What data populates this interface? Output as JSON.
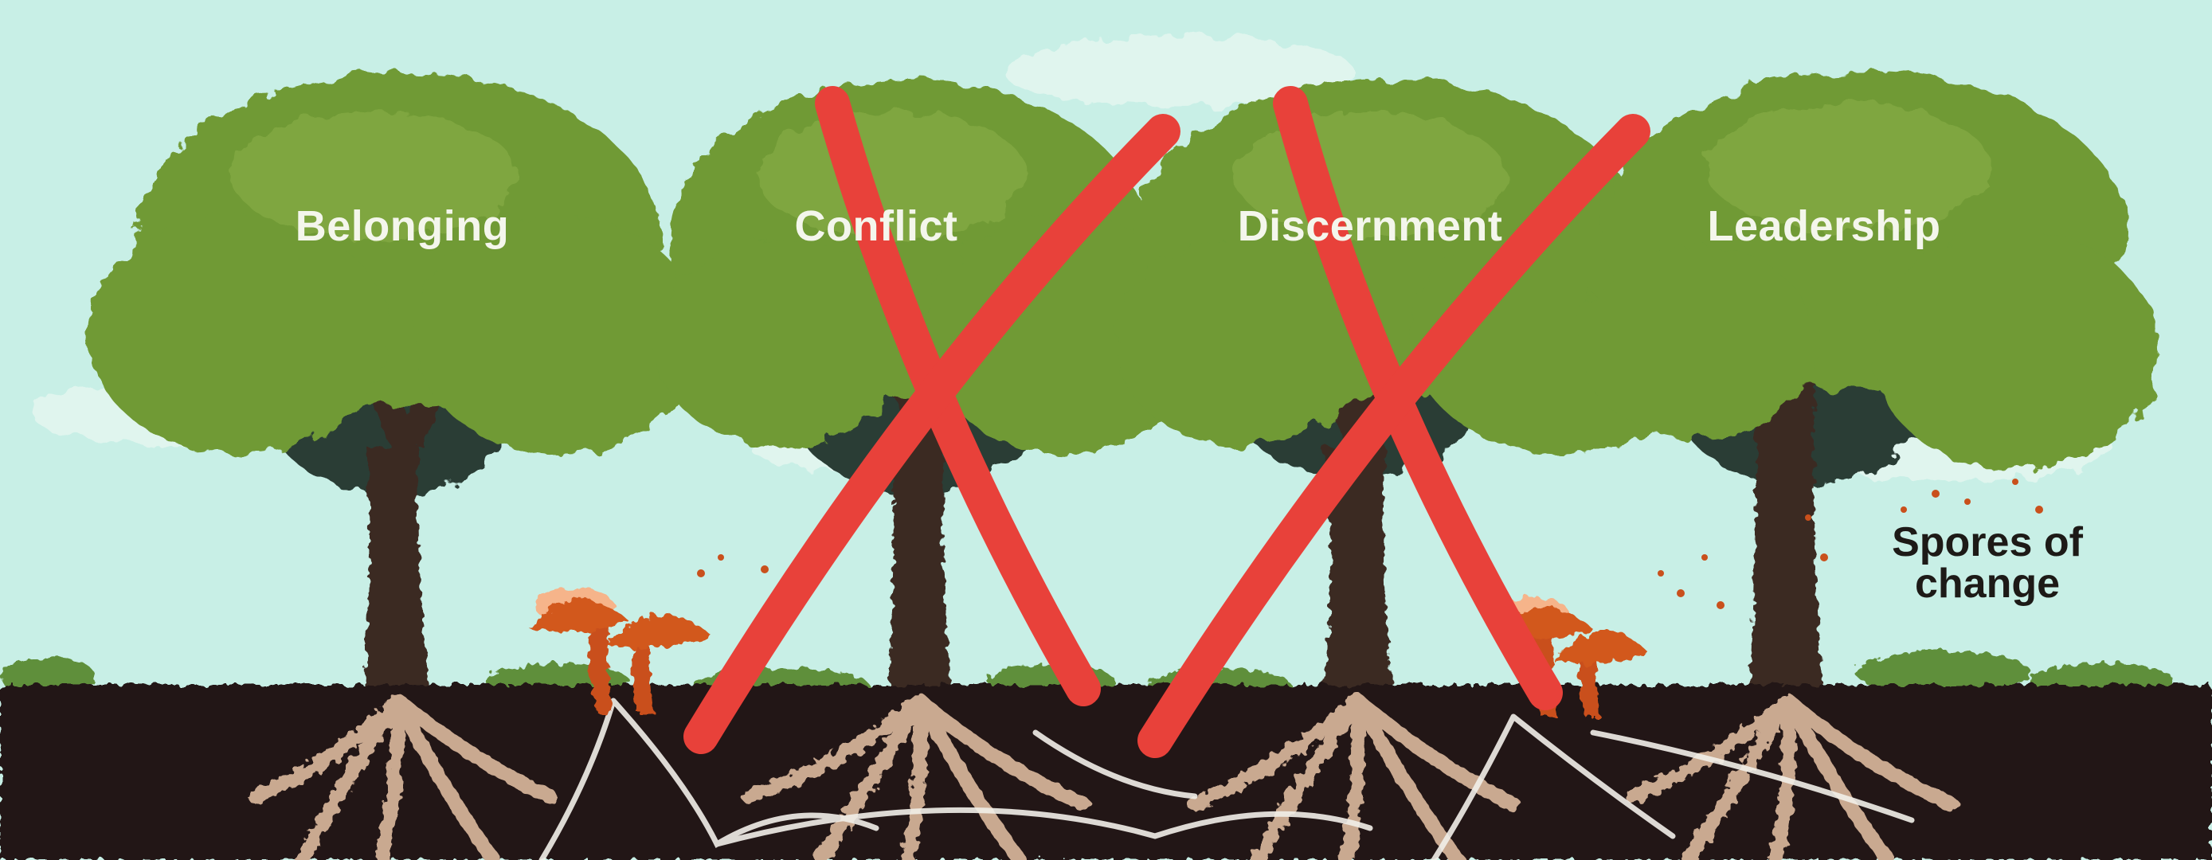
{
  "trees": [
    {
      "label": "Belonging",
      "crossed_out": false
    },
    {
      "label": "Conflict",
      "crossed_out": true
    },
    {
      "label": "Discernment",
      "crossed_out": true
    },
    {
      "label": "Leadership",
      "crossed_out": false
    }
  ],
  "spores_caption": {
    "line1": "Spores of",
    "line2": "change"
  },
  "colors": {
    "sky": "#c8efe6",
    "canopy": "#6f9a35",
    "canopy_dark": "#2c3c36",
    "trunk": "#3a2923",
    "soil": "#221713",
    "roots": "#c9a990",
    "mycelium": "#f2efe9",
    "mushroom": "#d2581f",
    "cross_mark": "#e8413a"
  }
}
